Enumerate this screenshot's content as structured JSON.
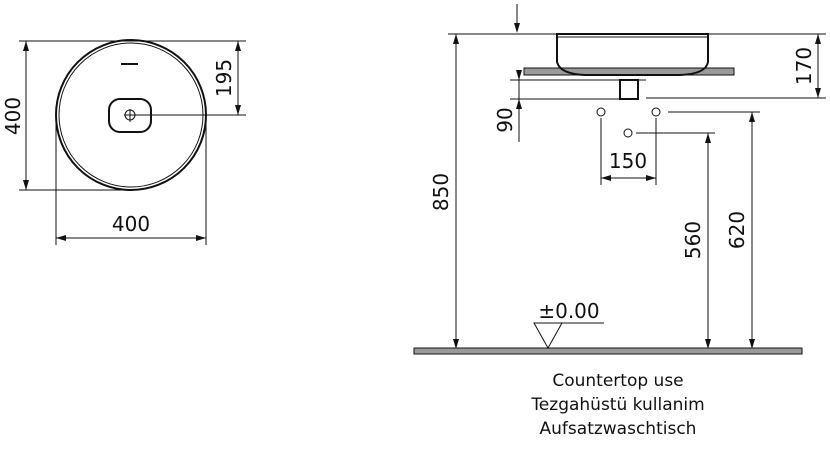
{
  "top_view": {
    "height_dim": "400",
    "drain_offset_dim": "195",
    "width_dim": "400"
  },
  "side_view": {
    "bowl_height_dim": "170",
    "drain_drop_dim": "90",
    "fixture_spacing_dim": "150",
    "counter_height_dim": "850",
    "drain_height_dim": "560",
    "supply_height_dim": "620",
    "floor_level": "±0.00"
  },
  "caption": {
    "line1": "Countertop use",
    "line2": "Tezgahüstü kullanim",
    "line3": "Aufsatzwaschtisch"
  }
}
